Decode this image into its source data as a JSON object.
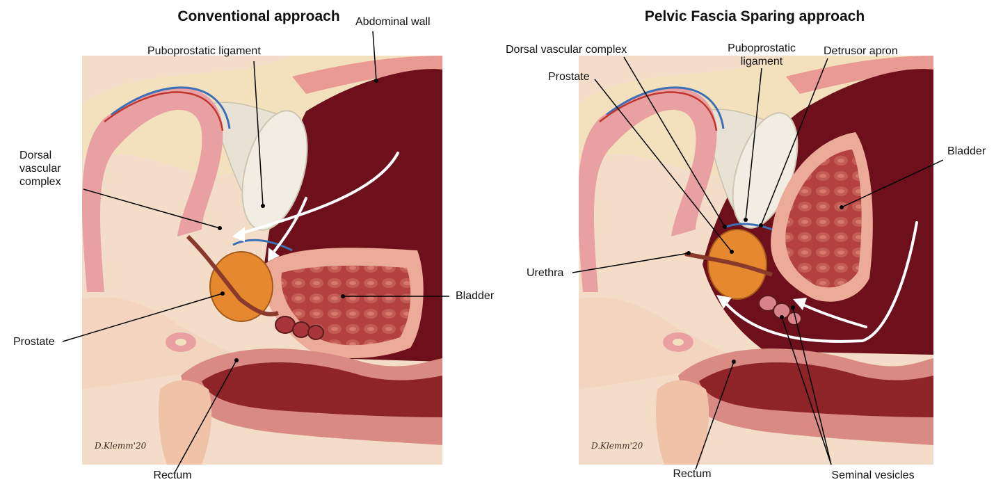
{
  "left_panel": {
    "title": "Conventional approach",
    "labels": {
      "puboprostatic_ligament": "Puboprostatic ligament",
      "abdominal_wall": "Abdominal wall",
      "dorsal_vascular_complex": "Dorsal\nvascular\ncomplex",
      "bladder": "Bladder",
      "prostate": "Prostate",
      "rectum": "Rectum"
    },
    "signature": "D.Klemm'20"
  },
  "right_panel": {
    "title": "Pelvic Fascia Sparing approach",
    "labels": {
      "dorsal_vascular_complex": "Dorsal vascular complex",
      "puboprostatic_ligament": "Puboprostatic\nligament",
      "detrusor_apron": "Detrusor apron",
      "prostate": "Prostate",
      "bladder": "Bladder",
      "urethra": "Urethra",
      "rectum": "Rectum",
      "seminal_vesicles": "Seminal vesicles"
    },
    "signature": "D.Klemm'20"
  },
  "colors": {
    "bladder_wall": "#ecaa98",
    "bladder_lumen": "#a8353a",
    "cavity": "#6e0f1c",
    "prostate": "#e6892e",
    "fat": "#f4e3c0",
    "pubic_bone": "#e9a0a3",
    "rectum": "#8e2426",
    "skin": "#f1d4c2",
    "arrow": "#ffffff"
  }
}
